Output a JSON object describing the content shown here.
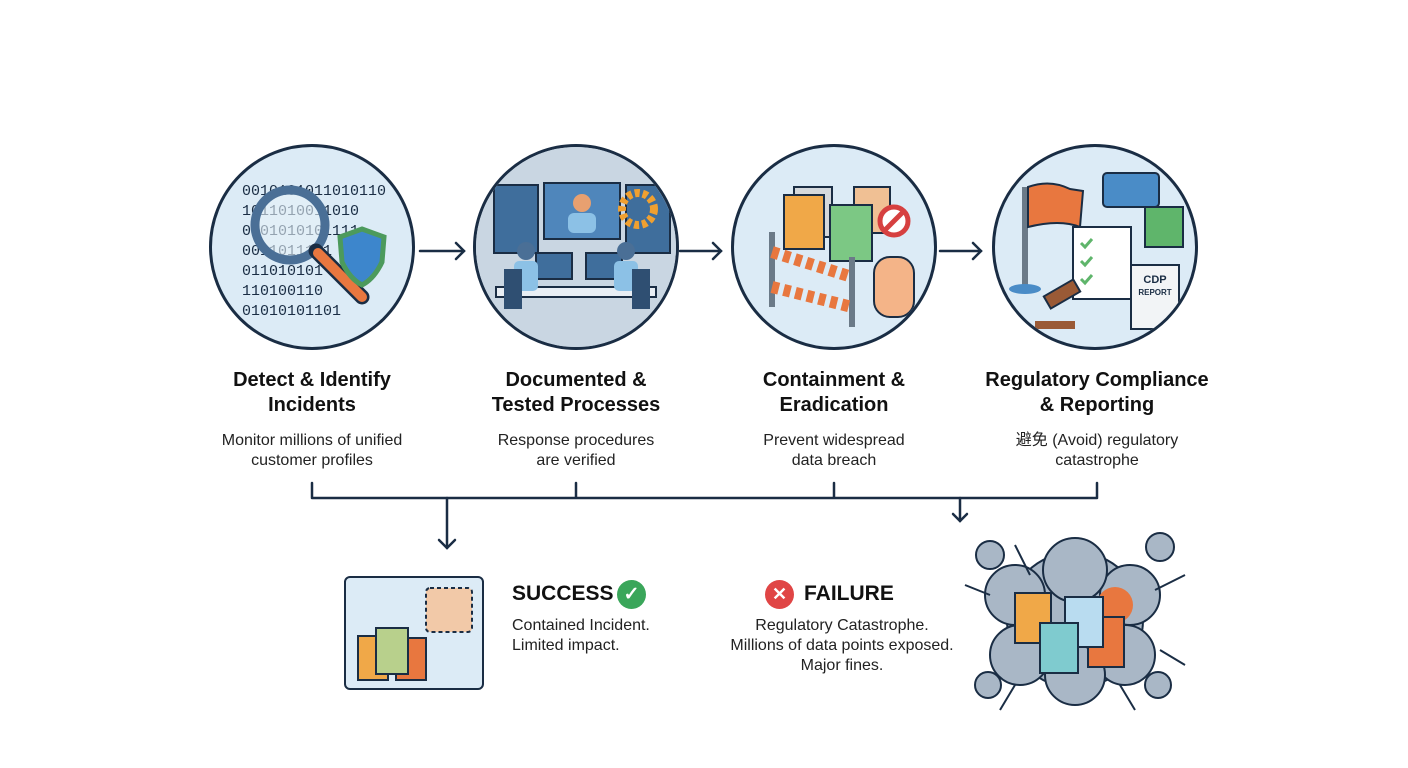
{
  "steps": [
    {
      "title_line1": "Detect & Identify",
      "title_line2": "Incidents",
      "desc_line1": "Monitor millions of unified",
      "desc_line2": "customer profiles",
      "icon": "magnifier-binary-shield-icon"
    },
    {
      "title_line1": "Documented &",
      "title_line2": "Tested Processes",
      "desc_line1": "Response procedures",
      "desc_line2": "are verified",
      "icon": "operations-room-icon"
    },
    {
      "title_line1": "Containment &",
      "title_line2": "Eradication",
      "desc_line1": "Prevent widespread",
      "desc_line2": "data breach",
      "icon": "barrier-stop-hand-icon"
    },
    {
      "title_line1": "Regulatory Compliance",
      "title_line2": "& Reporting",
      "desc_line1": "避免 (Avoid) regulatory",
      "desc_line2": "catastrophe",
      "icon": "compliance-report-icon",
      "report_label_1": "CDP",
      "report_label_2": "REPORT"
    }
  ],
  "binary_lines": [
    "0010101011010110",
    "1011010011010",
    "0101010101111",
    "0011011101",
    "011010101",
    "110100110",
    "01010101101"
  ],
  "success": {
    "title": "SUCCESS",
    "desc_line1": "Contained Incident.",
    "desc_line2": "Limited impact.",
    "color": "#3aa65a"
  },
  "failure": {
    "title": "FAILURE",
    "desc_line1": "Regulatory Catastrophe.",
    "desc_line2": "Millions of data points exposed.",
    "desc_line3": "Major fines.",
    "color": "#e04545"
  },
  "colors": {
    "outline": "#1a2d44",
    "circle_fill": "#dcebf6",
    "orange": "#e8773f",
    "green": "#5fb56b",
    "blue": "#4a8cc7"
  }
}
